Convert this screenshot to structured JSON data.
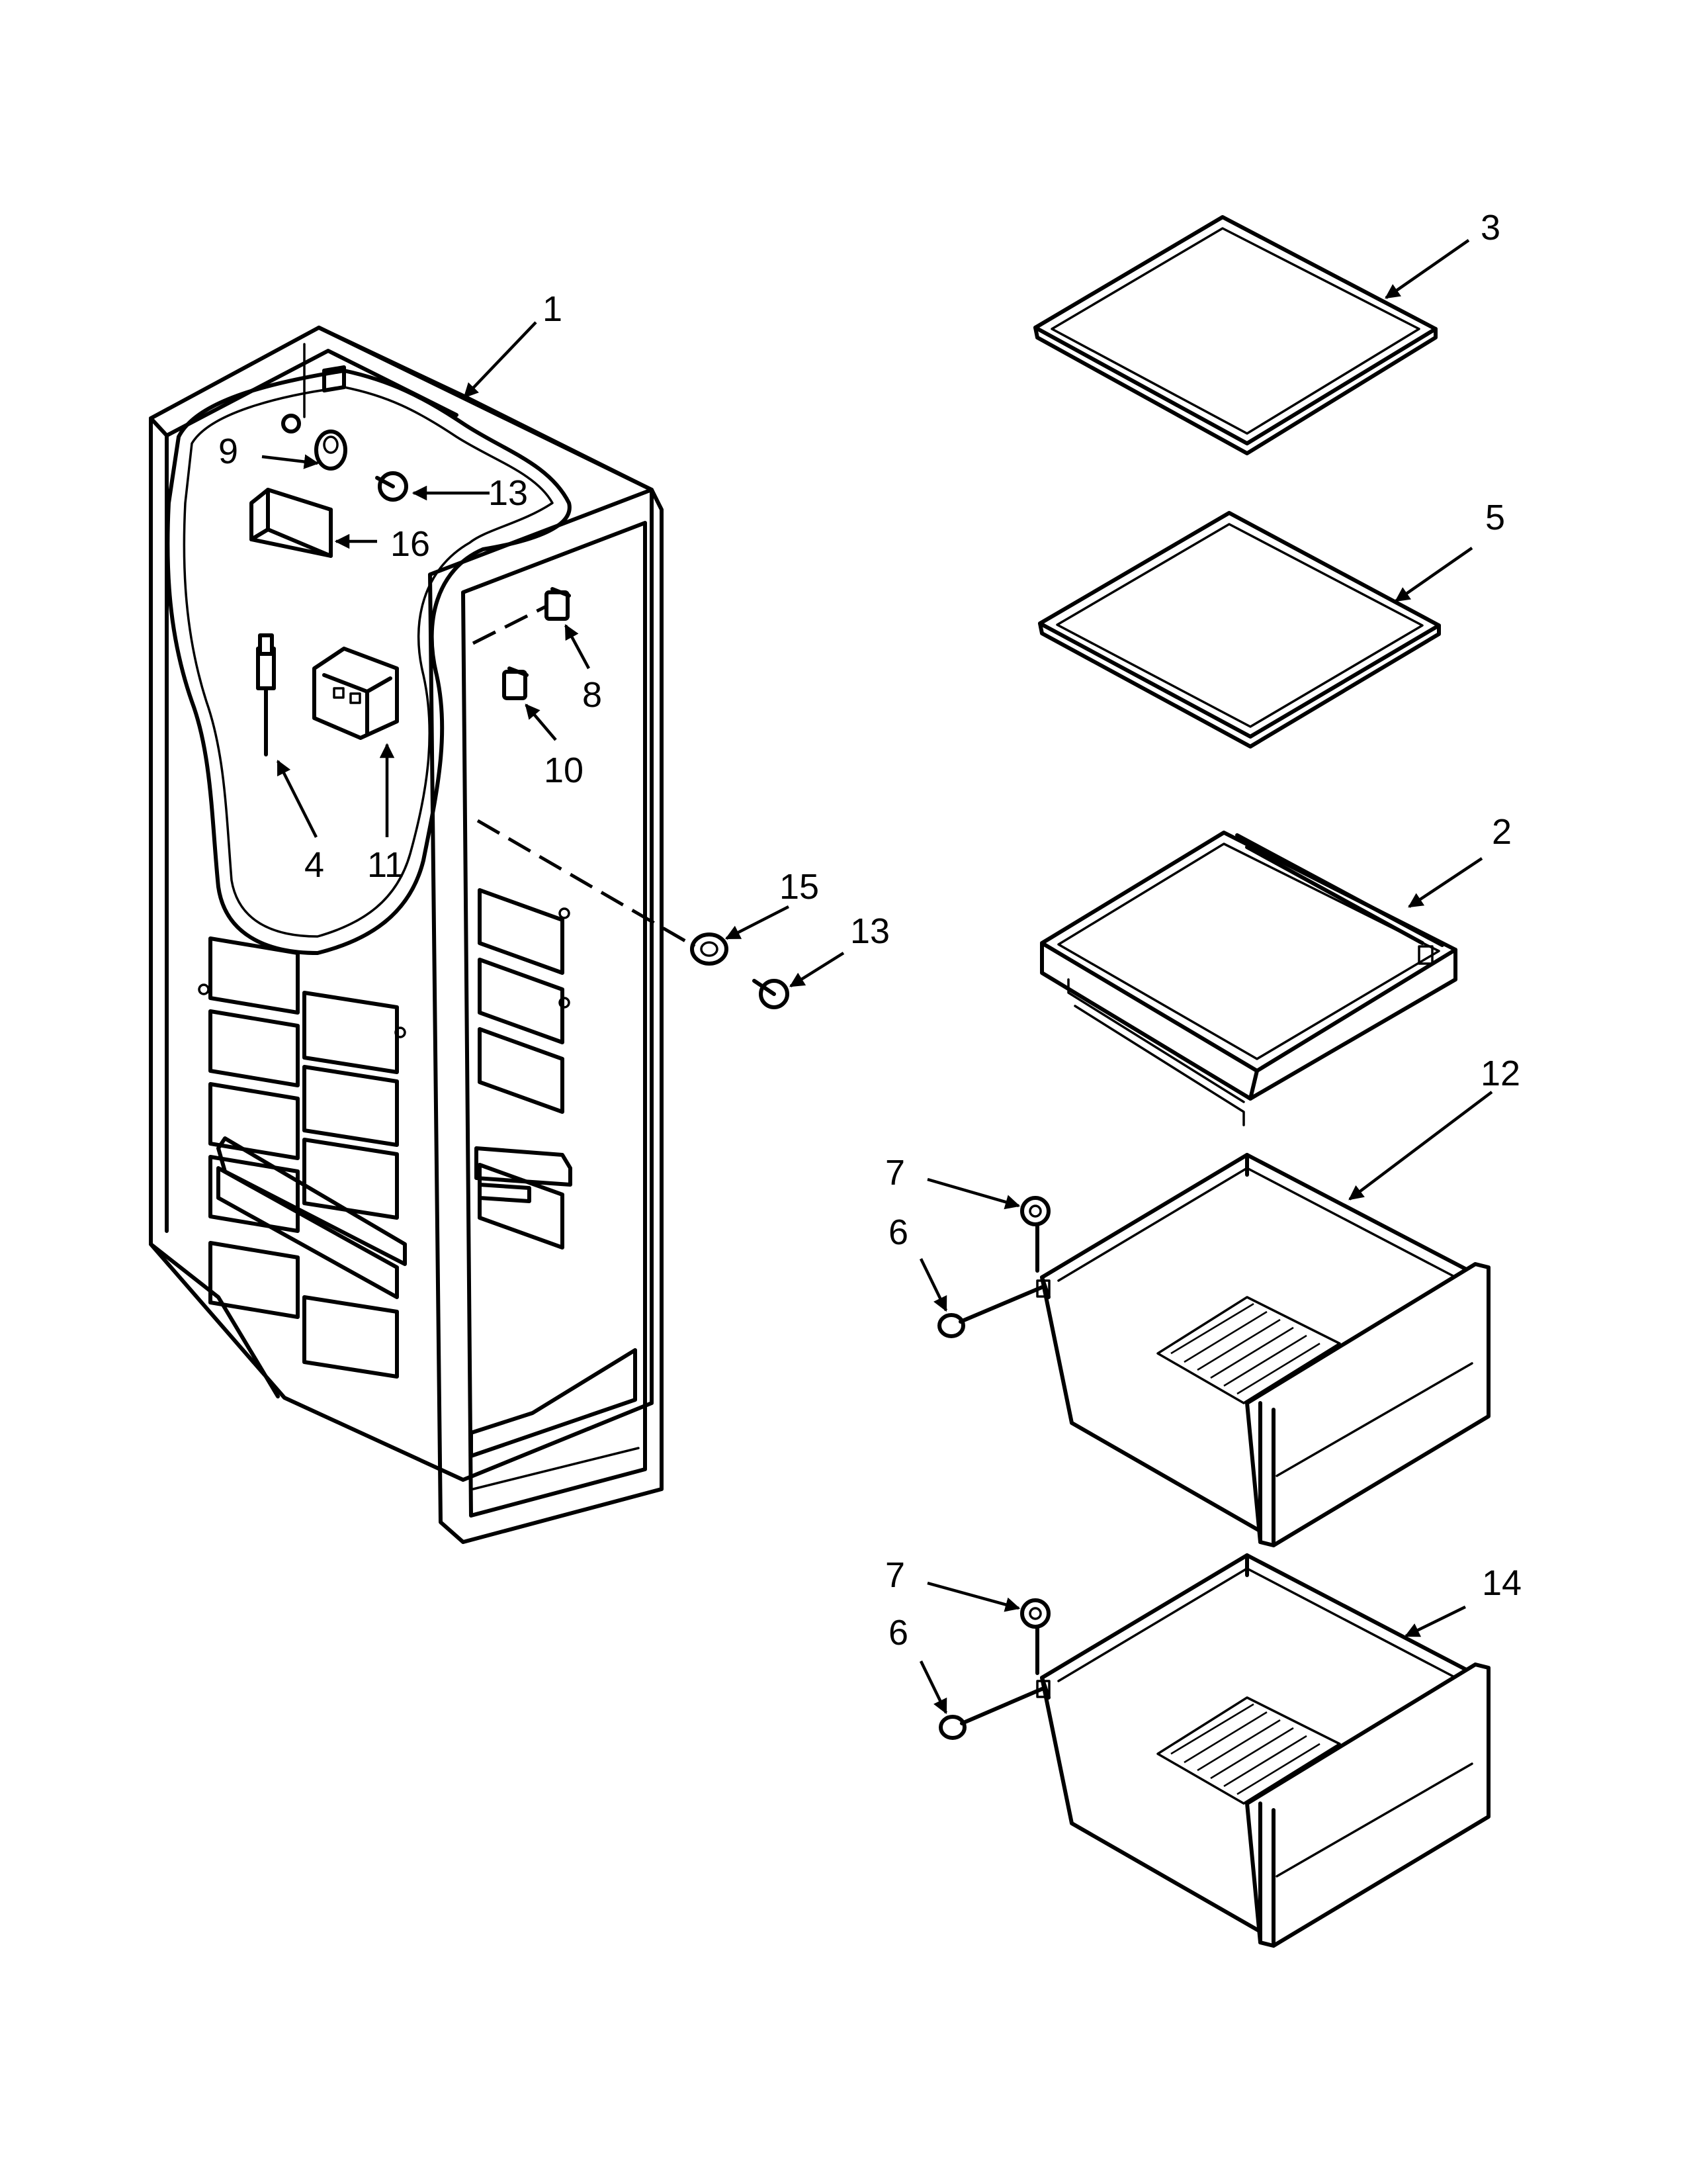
{
  "diagram": {
    "callouts": [
      {
        "id": "c1",
        "label": "1"
      },
      {
        "id": "c2",
        "label": "2"
      },
      {
        "id": "c3",
        "label": "3"
      },
      {
        "id": "c4",
        "label": "4"
      },
      {
        "id": "c5",
        "label": "5"
      },
      {
        "id": "c6a",
        "label": "6"
      },
      {
        "id": "c6b",
        "label": "6"
      },
      {
        "id": "c7a",
        "label": "7"
      },
      {
        "id": "c7b",
        "label": "7"
      },
      {
        "id": "c8",
        "label": "8"
      },
      {
        "id": "c9",
        "label": "9"
      },
      {
        "id": "c10",
        "label": "10"
      },
      {
        "id": "c11",
        "label": "11"
      },
      {
        "id": "c12",
        "label": "12"
      },
      {
        "id": "c13a",
        "label": "13"
      },
      {
        "id": "c13b",
        "label": "13"
      },
      {
        "id": "c14",
        "label": "14"
      },
      {
        "id": "c15",
        "label": "15"
      },
      {
        "id": "c16",
        "label": "16"
      }
    ]
  }
}
